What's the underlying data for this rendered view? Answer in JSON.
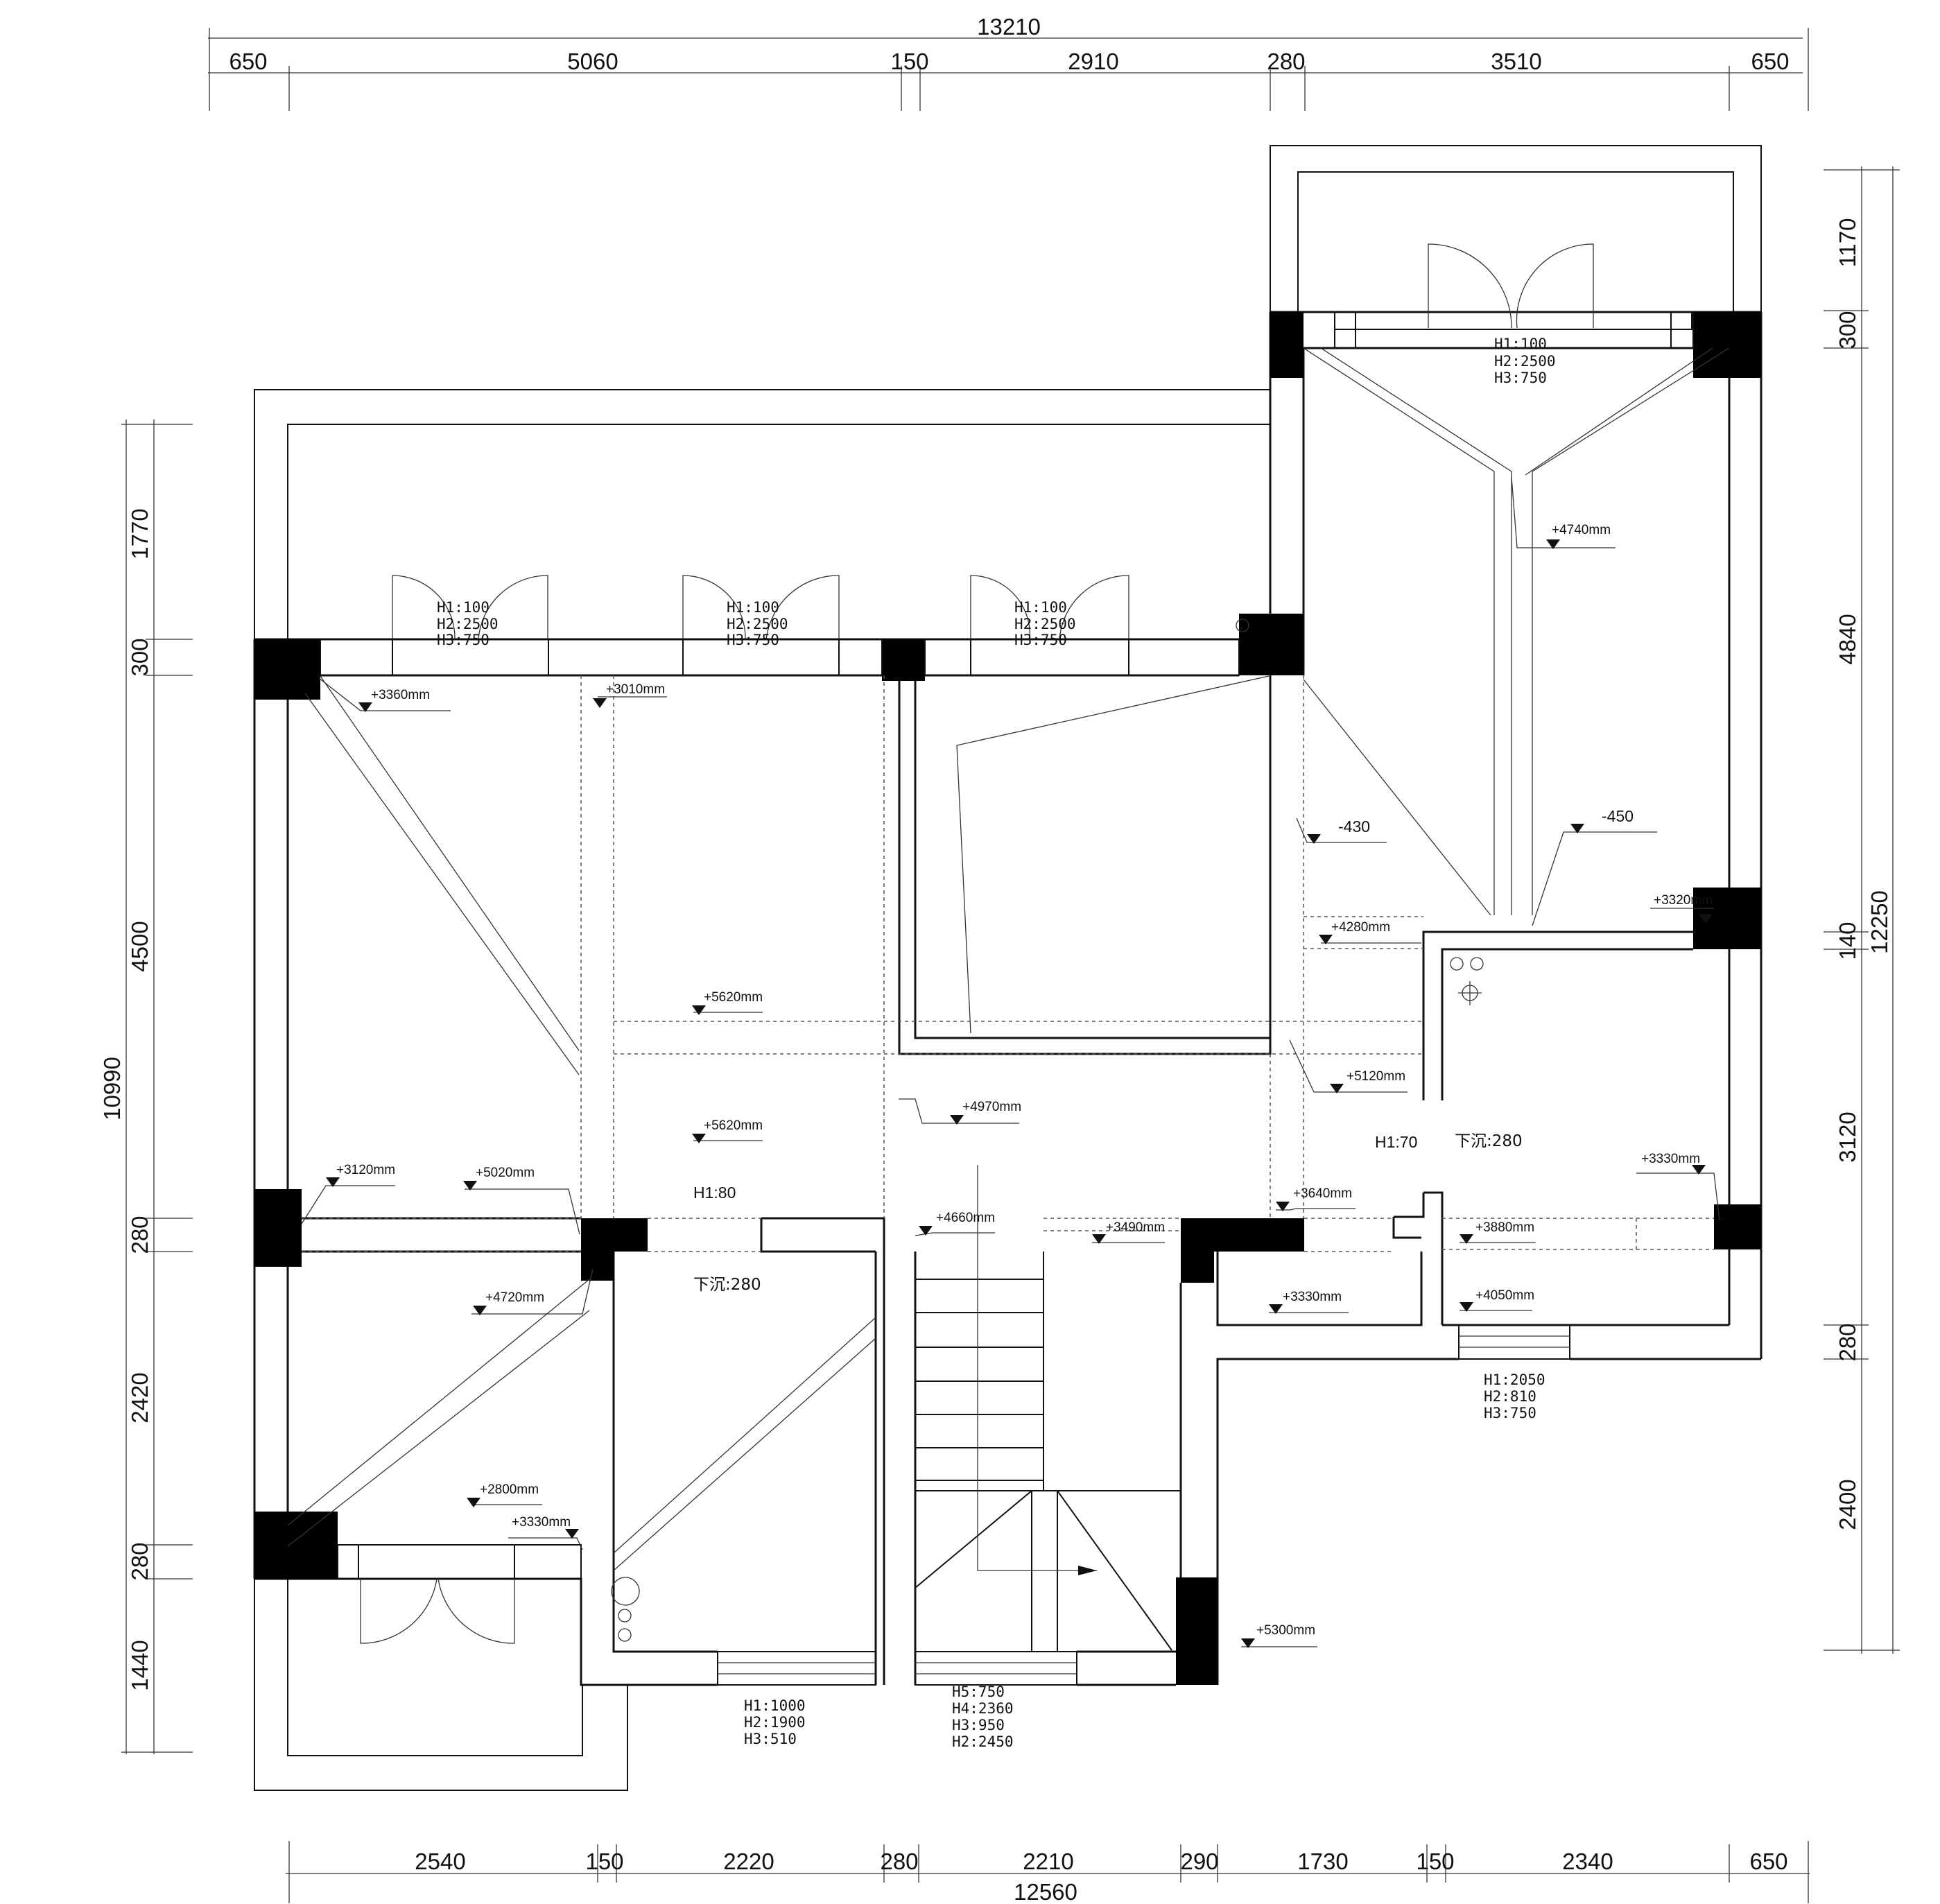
{
  "dimensions": {
    "top_total": "13210",
    "top": [
      "650",
      "5060",
      "150",
      "2910",
      "280",
      "3510",
      "650"
    ],
    "bottom": [
      "2540",
      "150",
      "2220",
      "280",
      "2210",
      "290",
      "1730",
      "150",
      "2340",
      "650"
    ],
    "bottom_total": "12560",
    "left": [
      "1770",
      "300",
      "4500",
      "280",
      "2420",
      "280",
      "1440"
    ],
    "left_total": "10990",
    "right": [
      "1170",
      "300",
      "4840",
      "140",
      "3120",
      "280",
      "2400"
    ],
    "right_total": "12250"
  },
  "openings": {
    "balcony_door_right": [
      "H1:100",
      "H2:2500",
      "H3:750"
    ],
    "door_1": [
      "H1:100",
      "H2:2500",
      "H3:750"
    ],
    "door_2": [
      "H1:100",
      "H2:2500",
      "H3:750"
    ],
    "door_3": [
      "H1:100",
      "H2:2500",
      "H3:750"
    ],
    "window_right_bottom": [
      "H1:2050",
      "H2:810",
      "H3:750"
    ],
    "window_bottom_left": [
      "H1:1000",
      "H2:1900",
      "H3:510"
    ],
    "stair_window": [
      "H5:750",
      "H4:2360",
      "H3:950",
      "H2:2450"
    ]
  },
  "elevations": {
    "e4740": "+4740mm",
    "e3360": "+3360mm",
    "e3010": "+3010mm",
    "m430": "-430",
    "m450": "-450",
    "e3320": "+3320mm",
    "e4280": "+4280mm",
    "e5620a": "+5620mm",
    "e5120": "+5120mm",
    "e4970": "+4970mm",
    "e5620b": "+5620mm",
    "e3120": "+3120mm",
    "e5020": "+5020mm",
    "e3330r": "+3330mm",
    "e3640": "+3640mm",
    "e4660": "+4660mm",
    "e3490": "+3490mm",
    "e3880": "+3880mm",
    "e4720": "+4720mm",
    "e3330m": "+3330mm",
    "e4050": "+4050mm",
    "e2800": "+2800mm",
    "e3330l": "+3330mm",
    "e5300": "+5300mm"
  },
  "labels": {
    "h1_80": "H1:80",
    "h1_70": "H1:70",
    "sunken_right": "下沉:280",
    "sunken_left": "下沉:280"
  }
}
